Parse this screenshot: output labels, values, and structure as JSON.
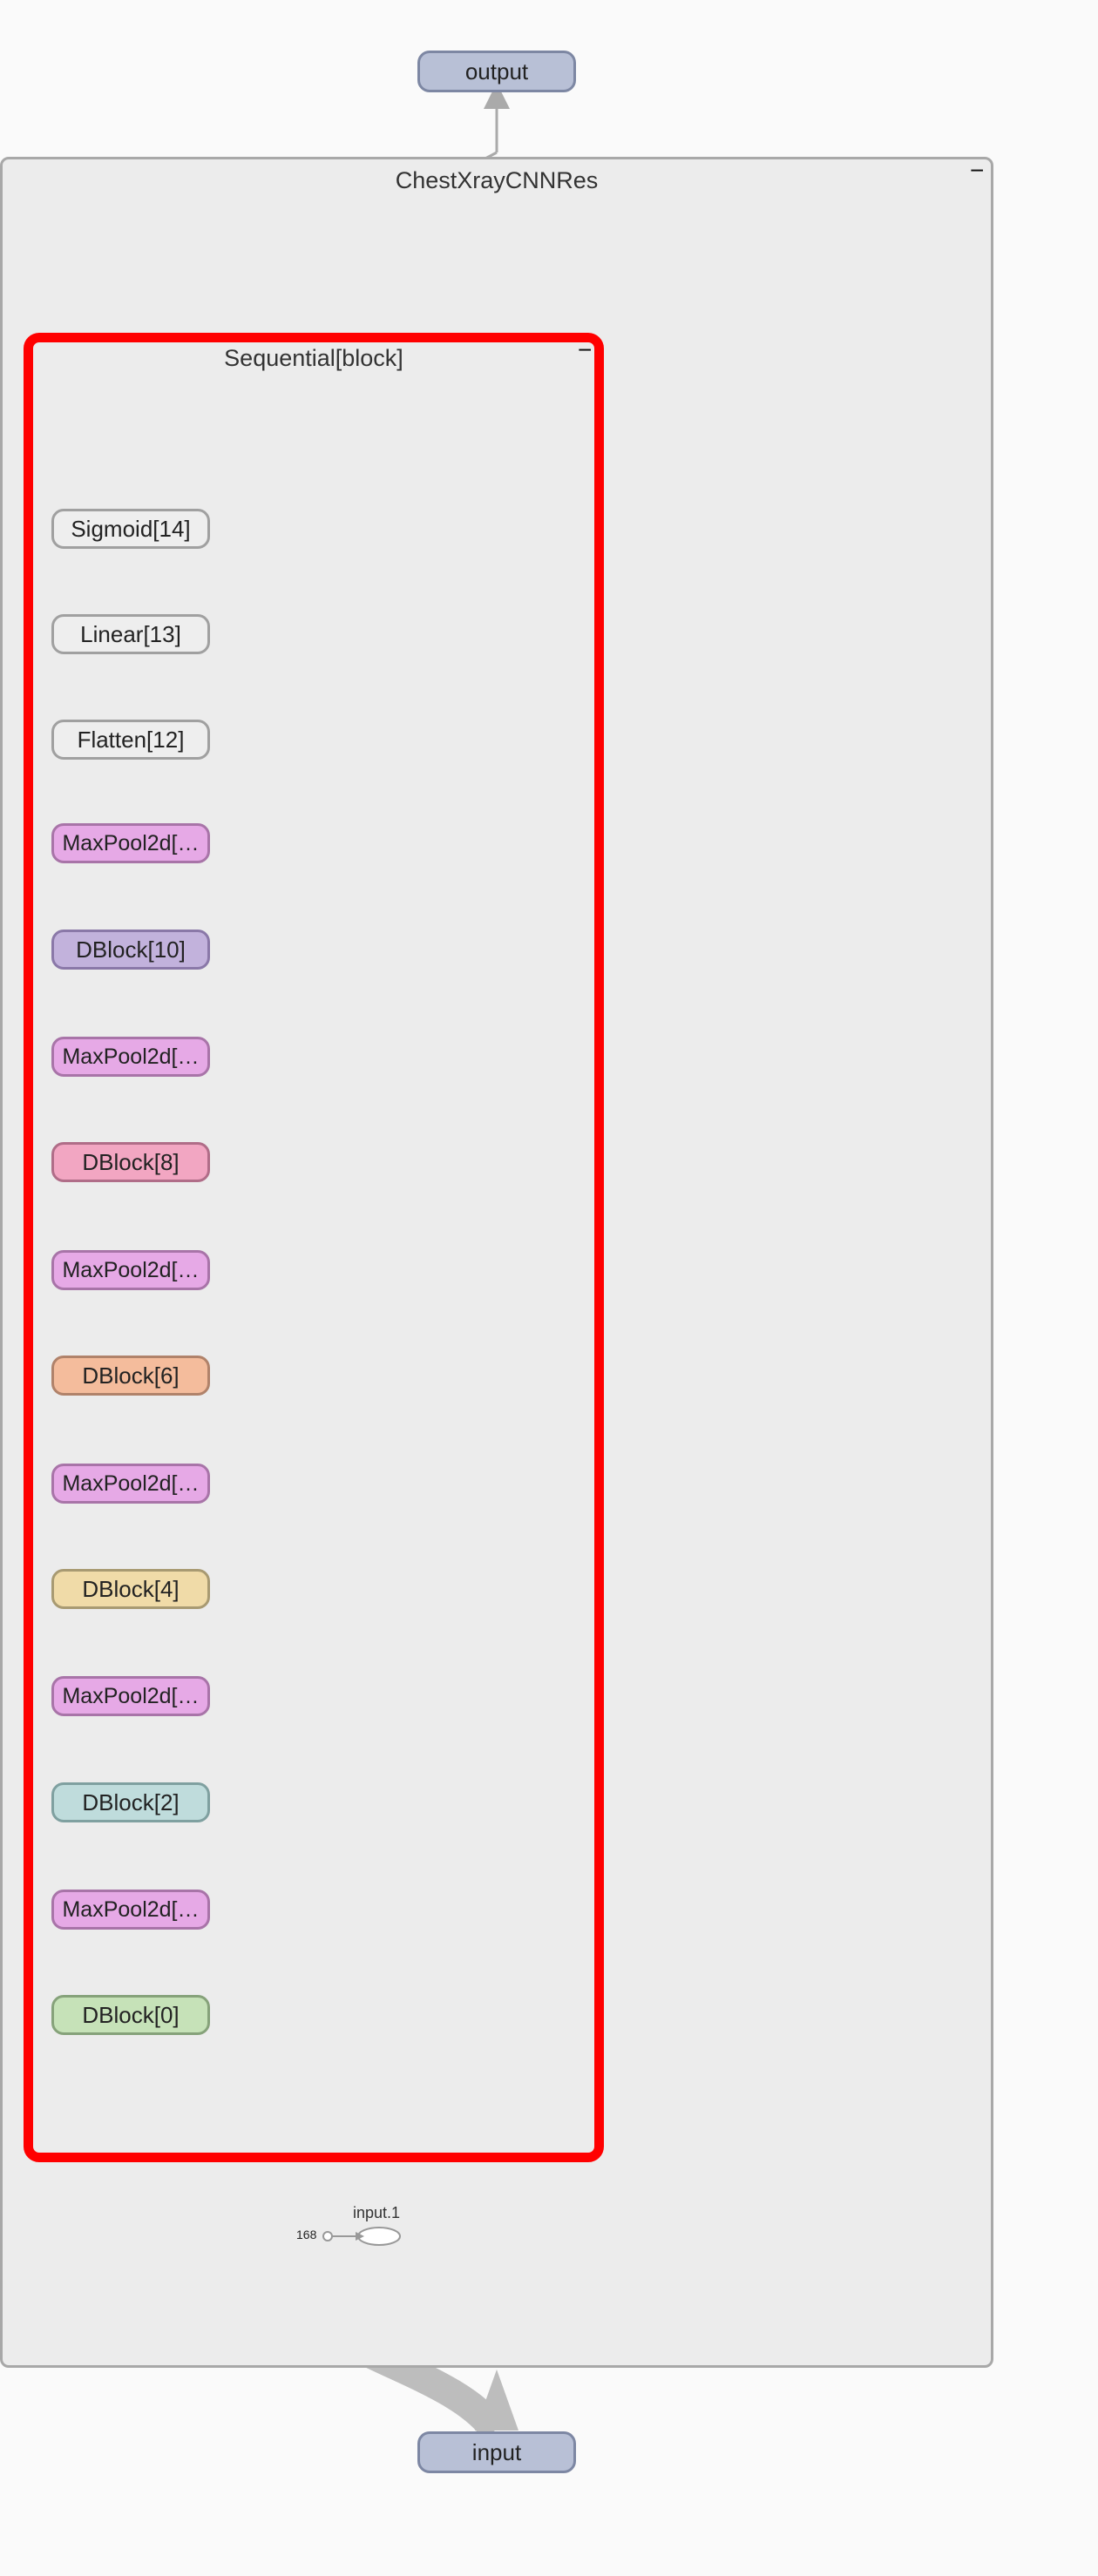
{
  "diagram": {
    "root_cluster": {
      "title": "ChestXrayCNNRes",
      "collapse_symbol": "−"
    },
    "sequential_cluster": {
      "title": "Sequential[block]",
      "collapse_symbol": "−"
    },
    "nodes": {
      "output": "output",
      "input": "input",
      "sigmoid": "Sigmoid[14]",
      "linear": "Linear[13]",
      "flatten": "Flatten[12]",
      "maxpool_11": "MaxPool2d[…",
      "dblock_10": "DBlock[10]",
      "maxpool_9": "MaxPool2d[…",
      "dblock_8": "DBlock[8]",
      "maxpool_7": "MaxPool2d[…",
      "dblock_6": "DBlock[6]",
      "maxpool_5": "MaxPool2d[…",
      "dblock_4": "DBlock[4]",
      "maxpool_3": "MaxPool2d[…",
      "dblock_2": "DBlock[2]",
      "maxpool_1": "MaxPool2d[…",
      "dblock_0": "DBlock[0]",
      "input1": "input.1",
      "const_168": "168"
    },
    "colors": {
      "io": "#b8c0d6",
      "plain": "#eeeeee",
      "maxpool": "#e6a9e6",
      "dblock_10": "#c2b2dc",
      "dblock_8": "#f2a6c2",
      "dblock_6": "#f4bc9c",
      "dblock_4": "#f0dba8",
      "dblock_2": "#bfdcdc",
      "dblock_0": "#c6e2b8",
      "highlight": "#ff0000",
      "edge": "#bdbdbd"
    }
  }
}
